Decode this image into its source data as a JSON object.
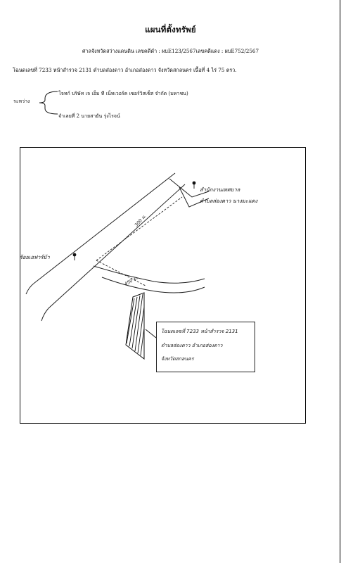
{
  "header": {
    "title": "แผนที่ตั้งทรัพย์",
    "court_line": "ศาลจังหวัดสว่างแดนดิน เลขคดีดำ : ผบE123/2567เลขคดีแดง : ผบE752/2567",
    "deed_line": "โฉนดเลขที่ 7233 หน้าสำรวจ 2131 ตำบลส่องดาว อำเภอส่องดาว จังหวัดสกลนคร เนื้อที่ 4 ไร่ 75 ตรว."
  },
  "parties": {
    "between_label": "ระหว่าง",
    "plaintiff": "โจทก์ บริษัท เจ เอ็ม ที เน็ทเวอร์ค เซอร์วิสเซ็ส จำกัด (มหาชน)",
    "defendant": "จำเลยที่ 2 นายสายัน รุ่งไรจน์"
  },
  "map": {
    "office_label_1": "สำนักงานเทศบาล",
    "office_label_2": "ตำบลส่องดาว นางมะแดง",
    "checkpoint_label": "ร้อยเอฟาร์ม้า",
    "distance_1": "300 ม.",
    "distance_2": "450 ม.",
    "parcel_box": {
      "line1": "โฉนดเลขที่ 7233 หน้าสำรวจ 2131",
      "line2": "ตำบลส่องดาว อำเภอส่องดาว",
      "line3": "จังหวัดสกลนคร"
    }
  }
}
